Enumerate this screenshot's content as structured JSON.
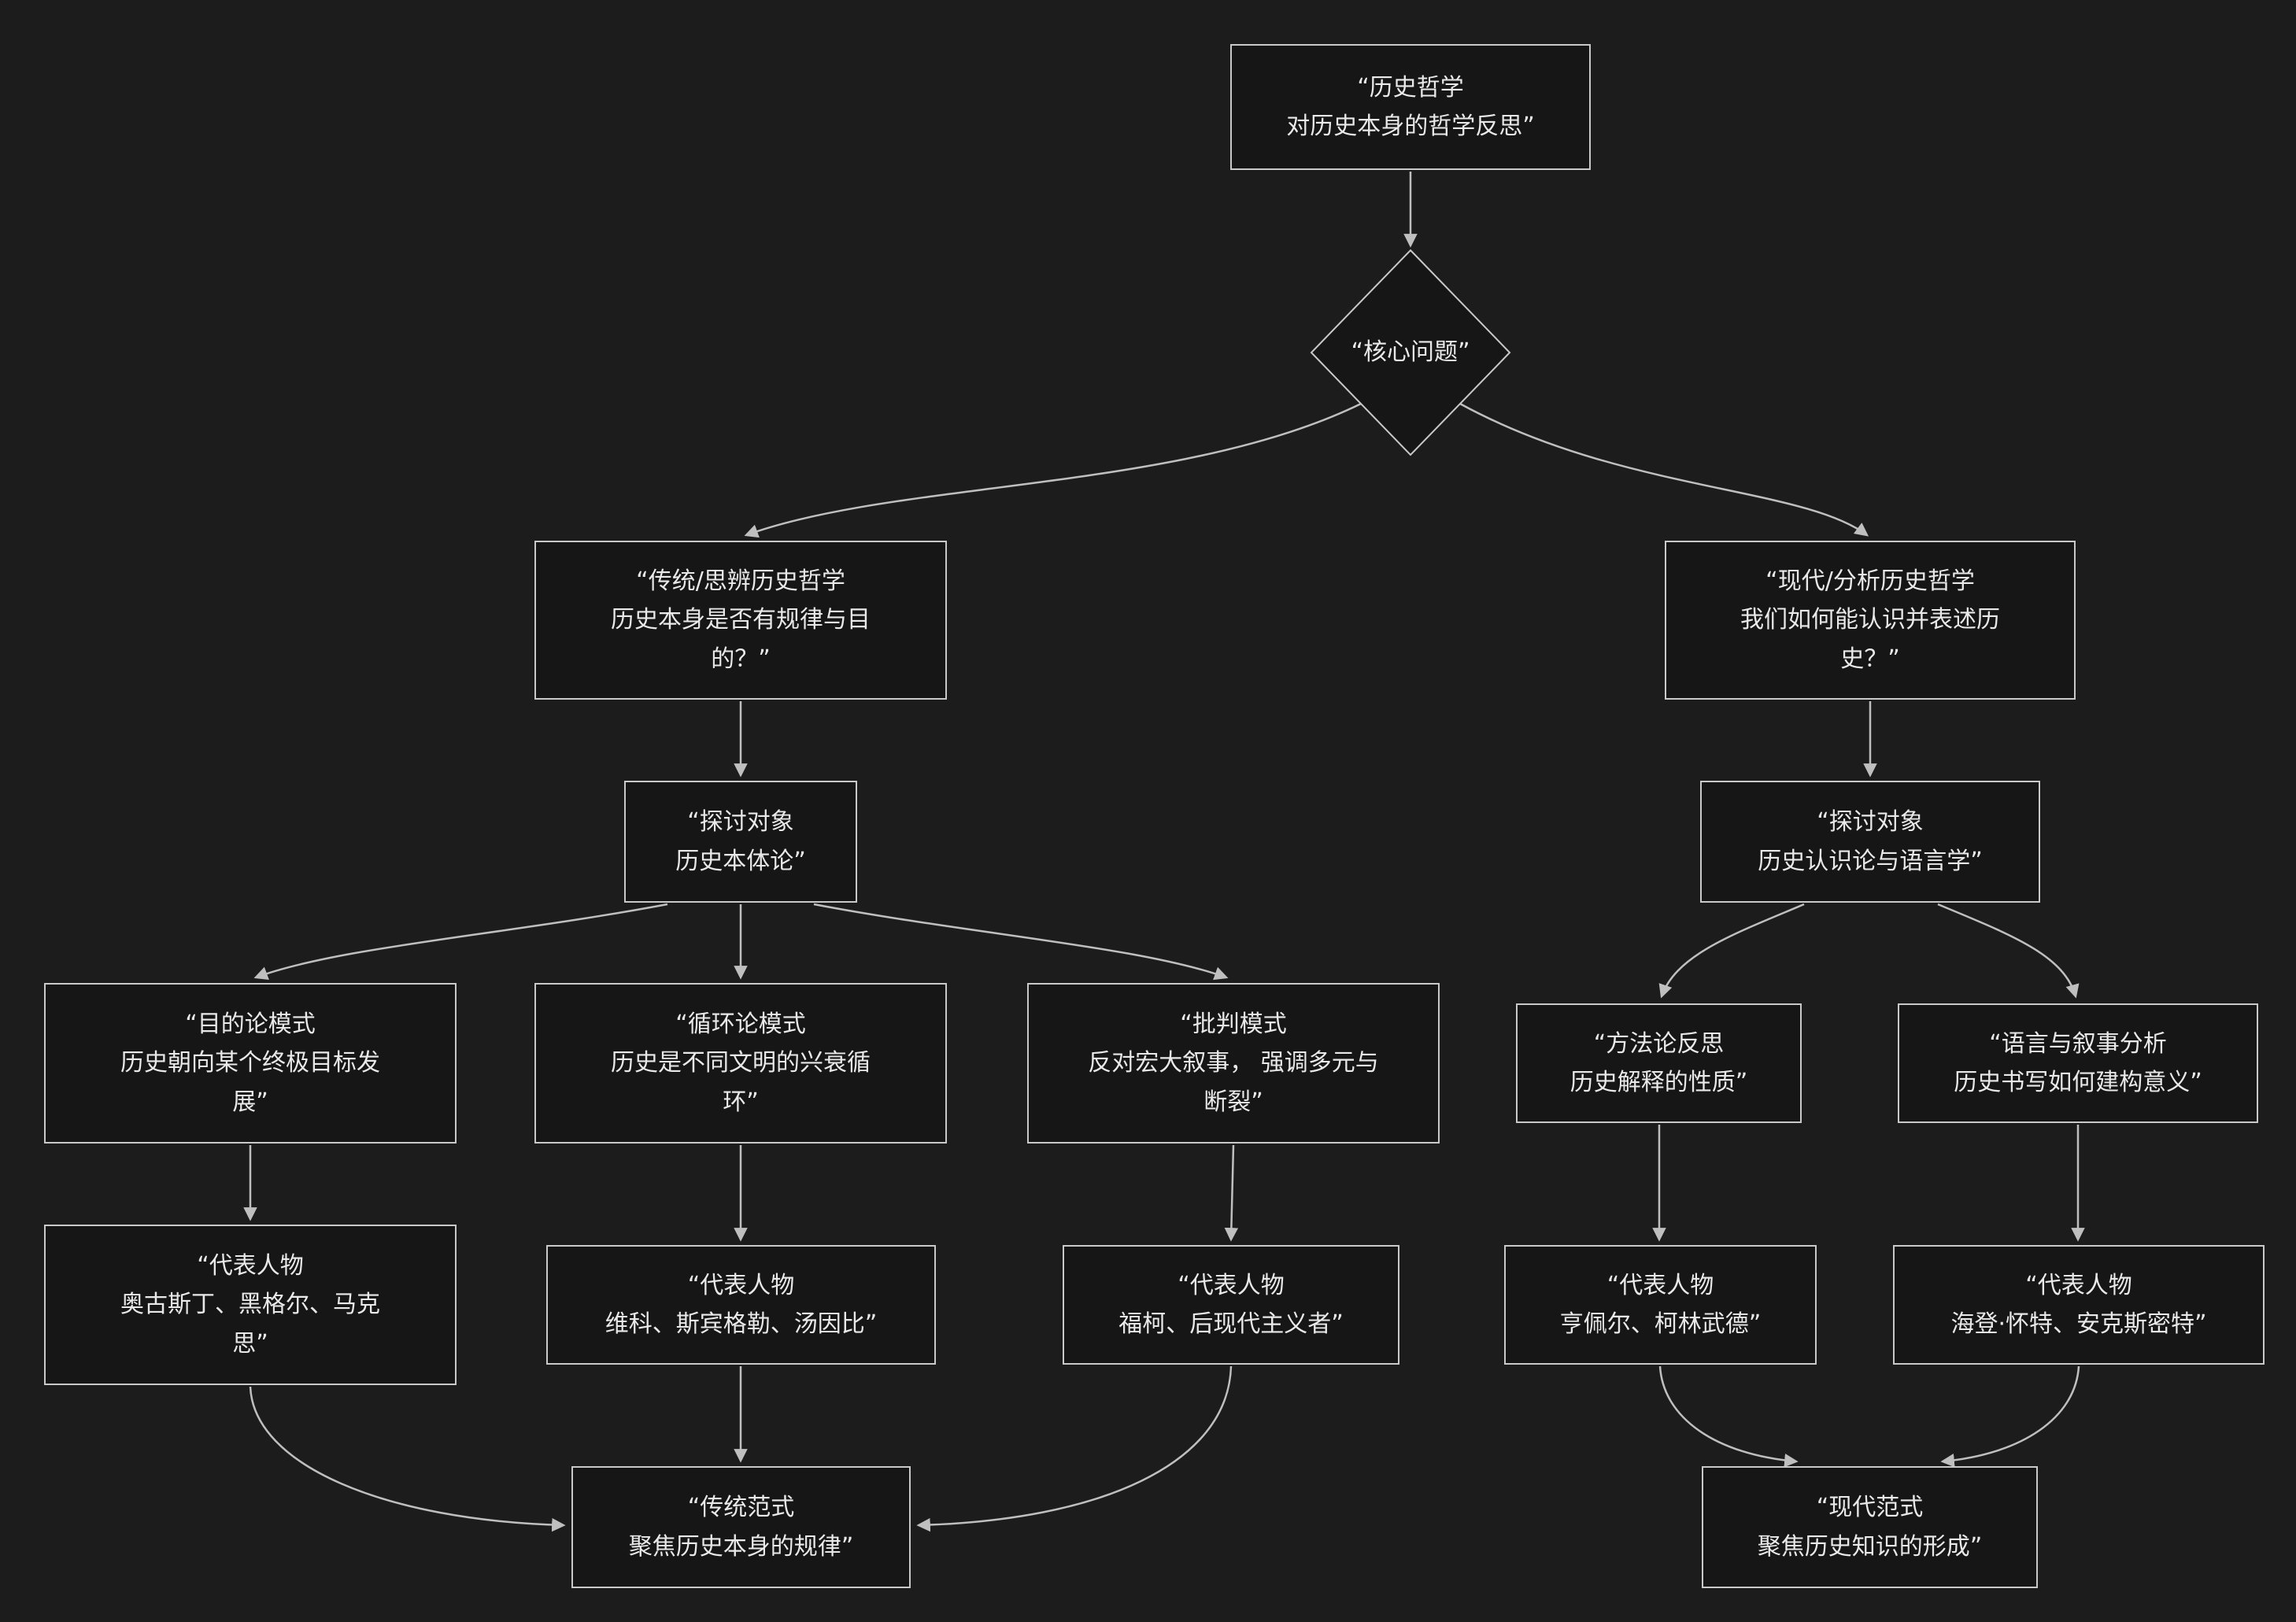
{
  "colors": {
    "background": "#1c1c1c",
    "node-fill": "#161616",
    "node-border": "#c9c9c9",
    "text": "#e9e9e9",
    "edge": "#bfbfbf"
  },
  "nodes": {
    "root": {
      "text": "“历史哲学\n对历史本身的哲学反思”"
    },
    "core_question": {
      "text": "“核心问题”"
    },
    "traditional_branch": {
      "text": "“传统/思辨历史哲学\n历史本身是否有规律与目\n的？”"
    },
    "modern_branch": {
      "text": "“现代/分析历史哲学\n我们如何能认识并表述历\n史？”"
    },
    "traditional_object": {
      "text": "“探讨对象\n历史本体论”"
    },
    "modern_object": {
      "text": "“探讨对象\n历史认识论与语言学”"
    },
    "teleology": {
      "text": "“目的论模式\n历史朝向某个终极目标发\n展”"
    },
    "cyclical": {
      "text": "“循环论模式\n历史是不同文明的兴衰循\n环”"
    },
    "critical": {
      "text": "“批判模式\n反对宏大叙事， 强调多元与\n断裂”"
    },
    "methodology": {
      "text": "“方法论反思\n历史解释的性质”"
    },
    "linguistic": {
      "text": "“语言与叙事分析\n历史书写如何建构意义”"
    },
    "rep_teleology": {
      "text": "“代表人物\n奥古斯丁、黑格尔、马克\n思”"
    },
    "rep_cyclical": {
      "text": "“代表人物\n维科、斯宾格勒、汤因比”"
    },
    "rep_critical": {
      "text": "“代表人物\n福柯、后现代主义者”"
    },
    "rep_methodology": {
      "text": "“代表人物\n亨佩尔、柯林武德”"
    },
    "rep_linguistic": {
      "text": "“代表人物\n海登·怀特、安克斯密特”"
    },
    "traditional_paradigm": {
      "text": "“传统范式\n聚焦历史本身的规律”"
    },
    "modern_paradigm": {
      "text": "“现代范式\n聚焦历史知识的形成”"
    }
  }
}
